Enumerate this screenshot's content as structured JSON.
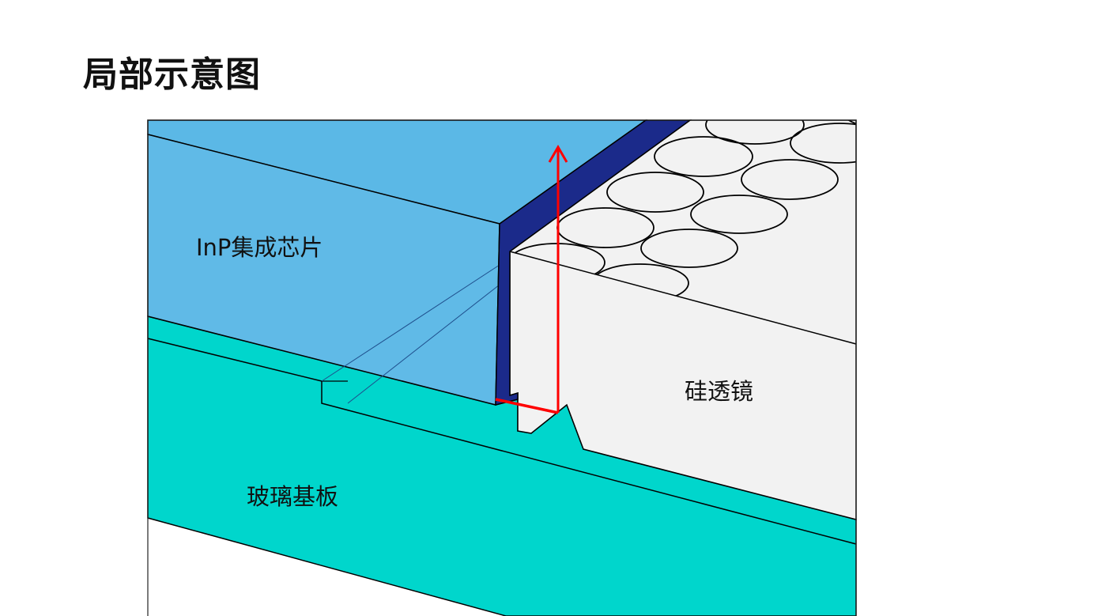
{
  "title": "局部示意图",
  "labels": {
    "chip": "InP集成芯片",
    "lens": "硅透镜",
    "substrate": "玻璃基板"
  },
  "colors": {
    "chip": "#5BB8E6",
    "chip_edge": "#1B2A8A",
    "substrate": "#00D6CC",
    "lens": "#F2F2F2",
    "arrow": "#FF0000"
  }
}
